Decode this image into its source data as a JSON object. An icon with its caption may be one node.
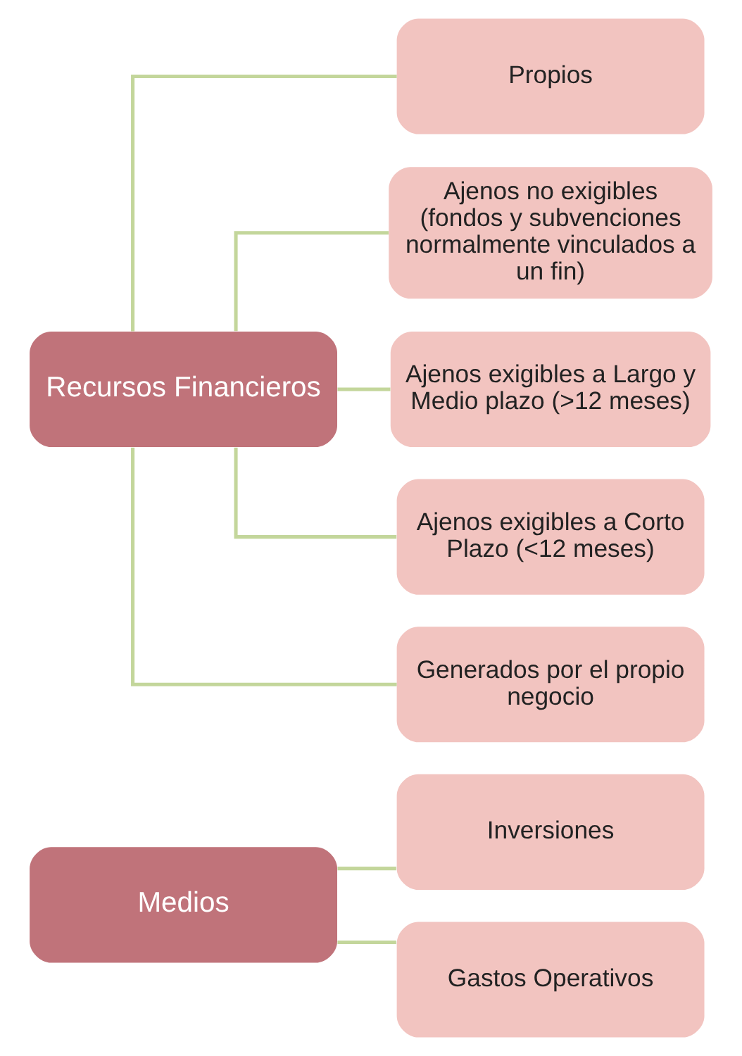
{
  "diagram": {
    "nodes": [
      {
        "text": [
          "Medios"
        ]
      },
      {
        "text": [
          "Inversiones"
        ]
      },
      {
        "text": [
          "Gastos Operativos"
        ]
      },
      {
        "text": [
          "Recursos Financieros"
        ]
      },
      {
        "text": [
          "Propios"
        ]
      },
      {
        "text": [
          "Ajenos no exigibles (fondos y subvenciones normalmente vinculados a un fin)"
        ]
      },
      {
        "text": [
          "Ajenos exigibles a Largo y Medio plazo (>12 meses)"
        ]
      },
      {
        "text": [
          "Ajenos exigibles a Corto Plazo (<12 meses)"
        ]
      },
      {
        "text": [
          "Generados por el propio negocio"
        ]
      }
    ],
    "edges": [
      {
        "from": 0,
        "to": 1,
        "arrow": "none",
        "color": "#c3d69b"
      },
      {
        "from": 0,
        "to": 2,
        "arrow": "none",
        "color": "#c3d69b"
      },
      {
        "from": 3,
        "to": 4,
        "arrow": "none",
        "color": "#c3d69b"
      },
      {
        "from": 3,
        "to": 5,
        "arrow": "none",
        "color": "#c3d69b"
      },
      {
        "from": 3,
        "to": 6,
        "arrow": "none",
        "color": "#c3d69b"
      },
      {
        "from": 3,
        "to": 7,
        "arrow": "none",
        "color": "#c3d69b"
      },
      {
        "from": 3,
        "to": 8,
        "arrow": "none",
        "color": "#c3d69b"
      }
    ]
  }
}
